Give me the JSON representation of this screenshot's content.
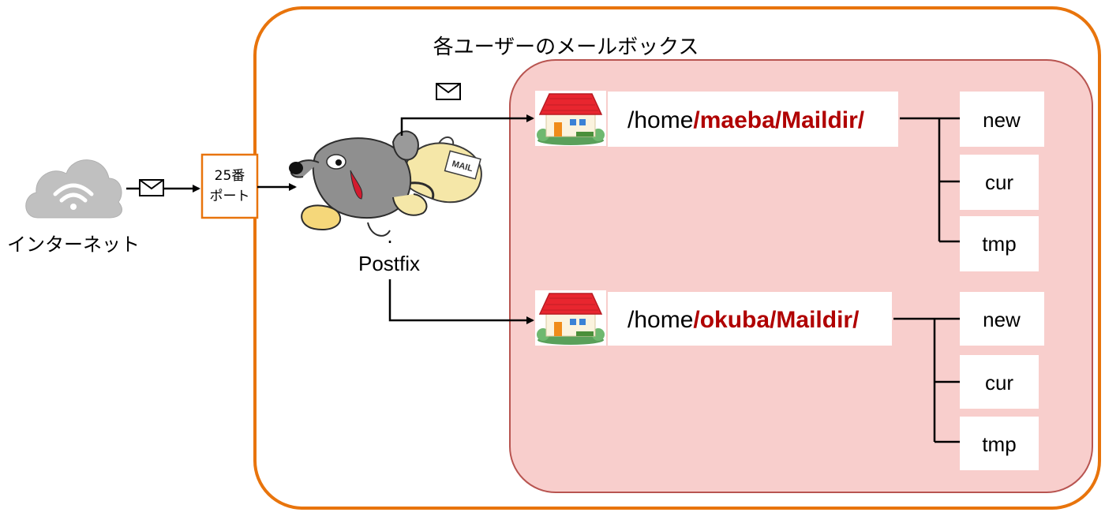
{
  "internet_label": "インターネット",
  "port_label": {
    "line1": "25番",
    "line2": "ポート"
  },
  "mailbox_label": "各ユーザーのメールボックス",
  "server_label": "Postfix",
  "mascot_bag_text": "MAIL",
  "users": [
    {
      "prefix": "/home",
      "user_path": "/maeba/Maildir/",
      "subdirs": [
        "new",
        "cur",
        "tmp"
      ]
    },
    {
      "prefix": "/home",
      "user_path": "/okuba/Maildir/",
      "subdirs": [
        "new",
        "cur",
        "tmp"
      ]
    }
  ],
  "colors": {
    "outer_border": "#e8740c",
    "inner_fill": "#f8cecc",
    "inner_border": "#b85450",
    "path_highlight": "#b00000",
    "roof": "#e8262f"
  },
  "icons": [
    "cloud-wifi-icon",
    "envelope-icon",
    "mouse-mascot-icon",
    "house-icon"
  ]
}
